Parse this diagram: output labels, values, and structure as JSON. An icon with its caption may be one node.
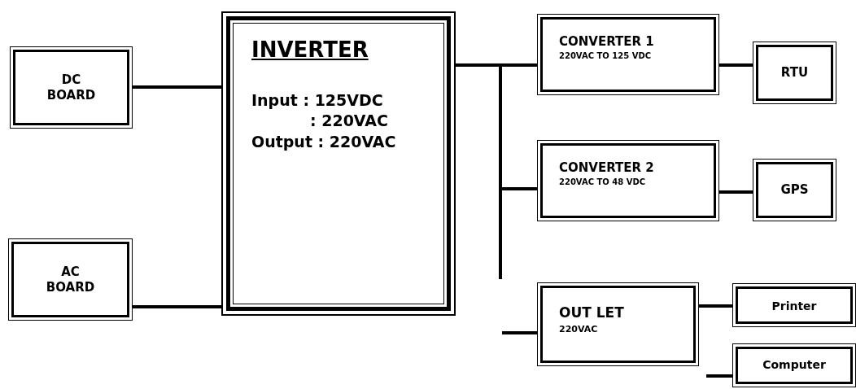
{
  "diagram": {
    "nodes": [
      {
        "text": [
          "DC BOARD"
        ]
      },
      {
        "text": [
          "AC BOARD"
        ]
      },
      {
        "text": [
          "INVERTER",
          "Input : 125VDC",
          ": 220VAC",
          "Output : 220VAC"
        ]
      },
      {
        "text": [
          "CONVERTER 1",
          "220VAC TO 125 VDC"
        ]
      },
      {
        "text": [
          "RTU"
        ]
      },
      {
        "text": [
          "CONVERTER 2",
          "220VAC TO 48 VDC"
        ]
      },
      {
        "text": [
          "GPS"
        ]
      },
      {
        "text": [
          "OUT LET",
          "220VAC"
        ]
      },
      {
        "text": [
          "Printer"
        ]
      },
      {
        "text": [
          "Computer"
        ]
      }
    ],
    "edges": [
      {
        "from": 0,
        "to": 2,
        "arrow": "none"
      },
      {
        "from": 1,
        "to": 2,
        "arrow": "none"
      },
      {
        "from": 2,
        "to": 3,
        "arrow": "none"
      },
      {
        "from": 2,
        "to": 5,
        "arrow": "none"
      },
      {
        "from": 3,
        "to": 4,
        "arrow": "none"
      },
      {
        "from": 5,
        "to": 6,
        "arrow": "none"
      },
      {
        "from": null,
        "to": 7,
        "arrow": "none"
      },
      {
        "from": 7,
        "to": 8,
        "arrow": "none"
      },
      {
        "from": null,
        "to": 9,
        "arrow": "none"
      }
    ]
  }
}
